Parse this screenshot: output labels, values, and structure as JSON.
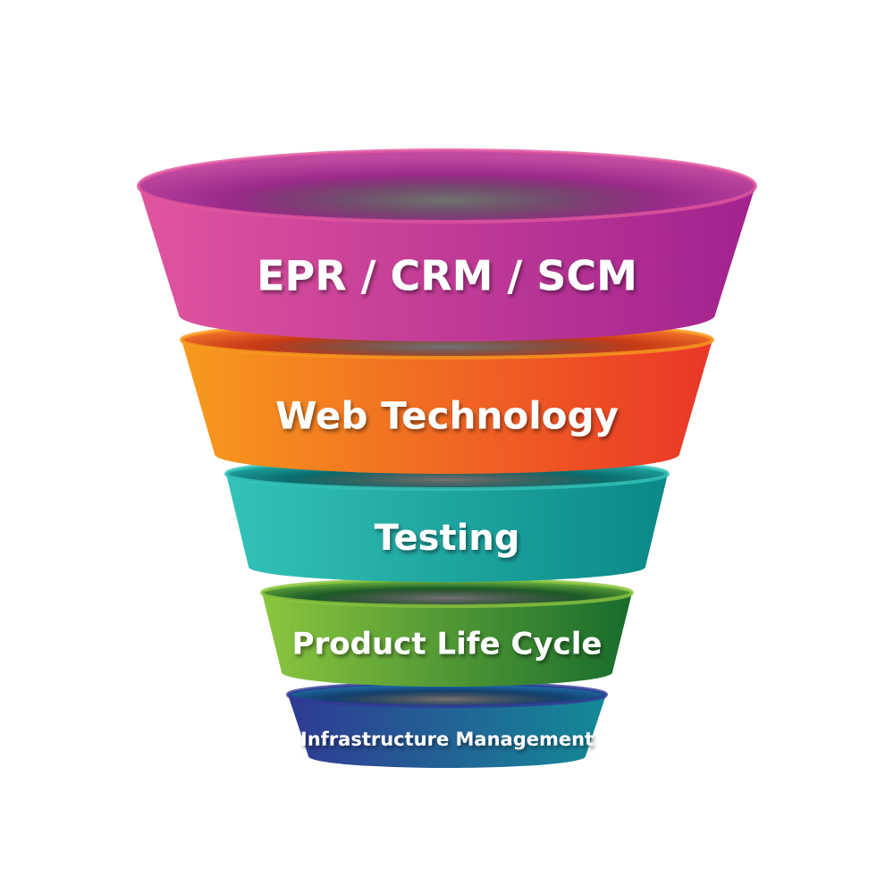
{
  "funnel": {
    "tiers": [
      {
        "label": "EPR / CRM / SCM",
        "colors": {
          "left": "#e0559f",
          "right": "#a2228f",
          "inner": "#9b2a8a",
          "rim": "#c04aa0"
        }
      },
      {
        "label": "Web Technology",
        "colors": {
          "left": "#f79a1e",
          "right": "#ea3627",
          "inner": "#c83a16",
          "rim": "#f2752a"
        }
      },
      {
        "label": "Testing",
        "colors": {
          "left": "#33c3b8",
          "right": "#0b8888",
          "inner": "#0a6d6d",
          "rim": "#22a7a2"
        }
      },
      {
        "label": "Product Life Cycle",
        "colors": {
          "left": "#8cc63e",
          "right": "#176b2c",
          "inner": "#1c5a28",
          "rim": "#5fa63a"
        }
      },
      {
        "label": "Infrastructure Management",
        "colors": {
          "left": "#2f3a93",
          "right": "#148a97",
          "inner": "#123f6e",
          "rim": "#1f6aa0"
        }
      }
    ]
  }
}
